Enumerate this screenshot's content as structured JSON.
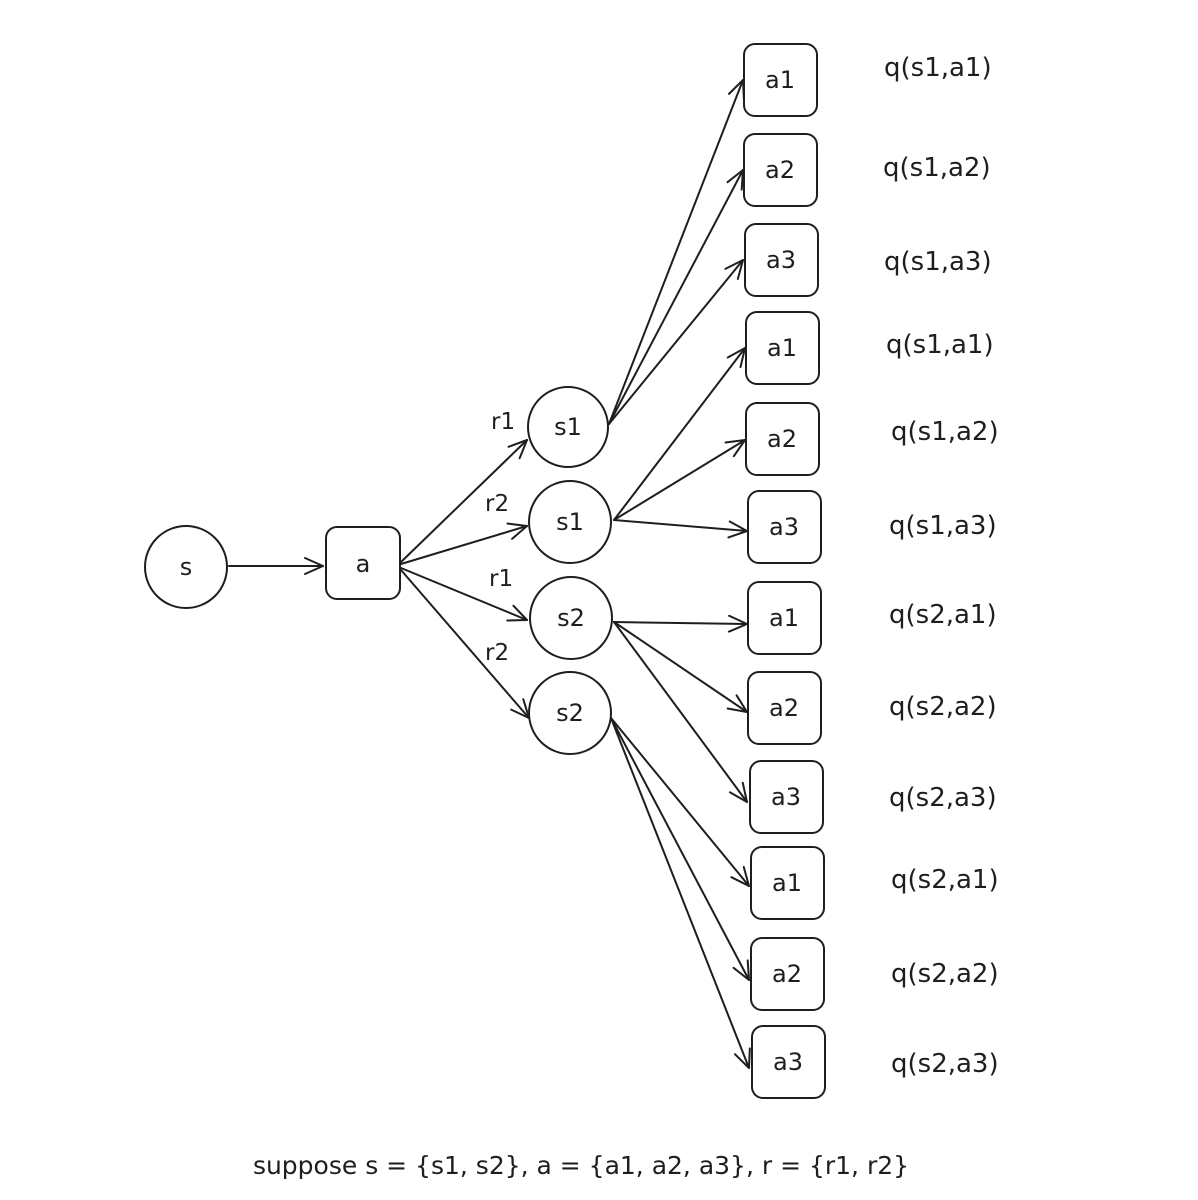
{
  "root_state": {
    "label": "s"
  },
  "root_action": {
    "label": "a"
  },
  "next_states": [
    {
      "label": "s1",
      "reward": "r1"
    },
    {
      "label": "s1",
      "reward": "r2"
    },
    {
      "label": "s2",
      "reward": "r1"
    },
    {
      "label": "s2",
      "reward": "r2"
    }
  ],
  "leaf_actions": [
    {
      "label": "a1",
      "q": "q(s1,a1)"
    },
    {
      "label": "a2",
      "q": "q(s1,a2)"
    },
    {
      "label": "a3",
      "q": "q(s1,a3)"
    },
    {
      "label": "a1",
      "q": "q(s1,a1)"
    },
    {
      "label": "a2",
      "q": "q(s1,a2)"
    },
    {
      "label": "a3",
      "q": "q(s1,a3)"
    },
    {
      "label": "a1",
      "q": "q(s2,a1)"
    },
    {
      "label": "a2",
      "q": "q(s2,a2)"
    },
    {
      "label": "a3",
      "q": "q(s2,a3)"
    },
    {
      "label": "a1",
      "q": "q(s2,a1)"
    },
    {
      "label": "a2",
      "q": "q(s2,a2)"
    },
    {
      "label": "a3",
      "q": "q(s2,a3)"
    }
  ],
  "caption": "suppose s = {s1, s2}, a = {a1, a2, a3}, r = {r1, r2}",
  "colors": {
    "stroke": "#1e1e1e",
    "fill": "#ffffff"
  }
}
